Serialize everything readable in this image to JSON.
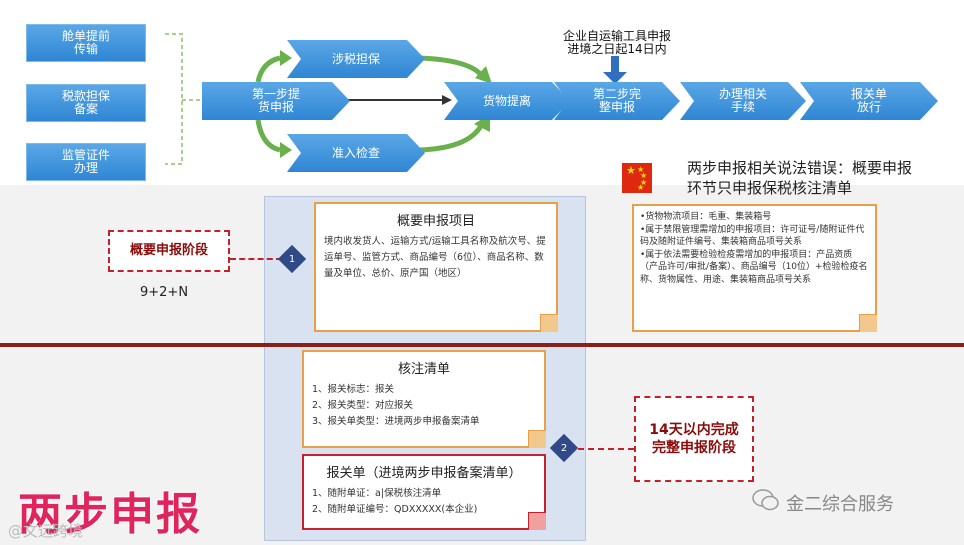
{
  "left_boxes": [
    "舱单提前\n传输",
    "税款担保\n备案",
    "监管证件\n办理"
  ],
  "flow": {
    "step1": "第一步提\n货申报",
    "tax_guarantee": "涉税担保",
    "access_check": "准入检查",
    "cargo_pickup": "货物提离",
    "step2": "第二步完\n整申报",
    "procedures": "办理相关\n手续",
    "release": "报关单\n放行"
  },
  "top_note": "企业自运输工具申报\n进境之日起14日内",
  "error_note": "两步申报相关说法错误：概要申报\n环节只申报保税核注清单",
  "summary": {
    "title": "概要申报项目",
    "body": "境内收发货人、运输方式/运输工具名称及航次号、提运单号、监管方式、商品编号（6位）、商品名称、数量及单位、总价、原产国（地区）"
  },
  "right_note": "•货物物流项目：毛重、集装箱号\n•属于禁限管理需增加的申报项目：许可证号/随附证件代码及随附证件编号、集装箱商品项号关系\n•属于依法需要检验检疫需增加的申报项目：产品资质（产品许可/审批/备案）、商品编号（10位）+检验检疫名称、货物属性、用途、集装箱商品项号关系",
  "stage1": {
    "label": "概要申报阶段",
    "formula": "9+2+N",
    "number": "1"
  },
  "stage2": {
    "label": "14天以内完成\n完整申报阶段",
    "number": "2"
  },
  "checklist": {
    "title": "核注清单",
    "items": [
      "1、报关标志：报关",
      "2、报关类型：对应报关",
      "3、报关单类型：进境两步申报备案清单"
    ]
  },
  "declaration": {
    "title": "报关单（进境两步申报备案清单）",
    "items": [
      "1、随附单证：a|保税核注清单",
      "2、随附单证编号：QDXXXXX(本企业)"
    ]
  },
  "big_title": "两步申报",
  "watermark_left": "@文远跨境",
  "watermark_right": "金二综合服务",
  "colors": {
    "accent_blue": "#2f86d4",
    "stage_red": "#c8202a",
    "title_pink": "#e0245e",
    "note_orange": "#e7a048"
  }
}
